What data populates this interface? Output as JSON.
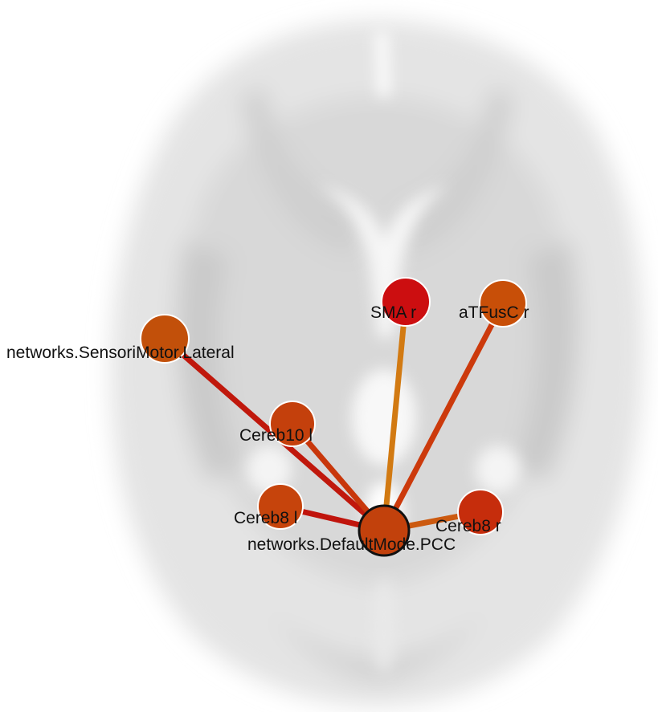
{
  "graph": {
    "hub": {
      "id": "networks.DefaultMode.PCC",
      "label": "networks.DefaultMode.PCC",
      "color": "#c2410c"
    },
    "nodes": [
      {
        "id": "networks.SensoriMotor.Lateral",
        "label": "networks.SensoriMotor.Lateral",
        "color": "#c2500a",
        "edge_color": "#c0180c"
      },
      {
        "id": "SMA r",
        "label": "SMA r",
        "color": "#cc0e10",
        "edge_color": "#d27a12"
      },
      {
        "id": "aTFusC r",
        "label": "aTFusC r",
        "color": "#c84f08",
        "edge_color": "#cc3a0c"
      },
      {
        "id": "Cereb10 l",
        "label": "Cereb10 l",
        "color": "#c4400c",
        "edge_color": "#c8370b"
      },
      {
        "id": "Cereb8 l",
        "label": "Cereb8 l",
        "color": "#c6440c",
        "edge_color": "#c0140c"
      },
      {
        "id": "Cereb8 r",
        "label": "Cereb8 r",
        "color": "#c62d0c",
        "edge_color": "#cc5a10"
      }
    ]
  }
}
